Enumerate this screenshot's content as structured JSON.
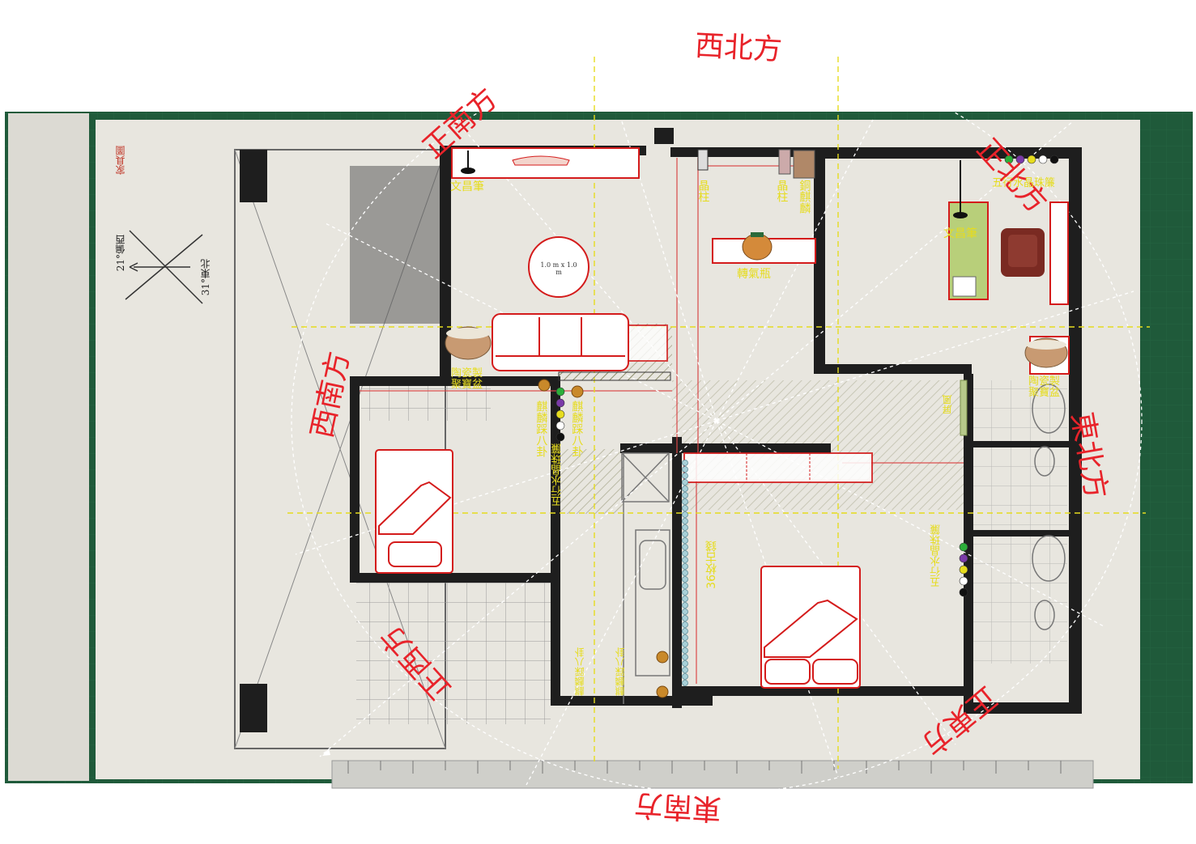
{
  "directions": {
    "north_west": "西北方",
    "due_south": "正南方",
    "due_north": "正北方",
    "south_west": "西南方",
    "north_east": "東北方",
    "due_west": "正西方",
    "due_east": "正東方",
    "south_east": "東南方"
  },
  "items": {
    "wenchang_pen_1": "文昌筆",
    "wenchang_pen_2": "文昌筆",
    "crystal_pillar_1": "晶柱",
    "crystal_pillar_2": "晶柱",
    "bronze_qilin": "銅麒麟",
    "transfer_vase": "轉氣瓶",
    "crystal_bead_curtain_top": "五行水晶珠簾",
    "ceramic_treasure_bowl_left": "陶瓷製聚寶盆",
    "ceramic_treasure_bowl_right": "陶瓷製聚寶盆",
    "qilin_bead_bagua_1": "麒麟踩八卦",
    "qilin_bead_bagua_2": "麒麟踩八卦",
    "crystal_bead_curtain_mid": "五行水晶珠簾",
    "crystal_bead_curtain_right": "五行水晶珠簾",
    "coins_36": "36枚古錢",
    "screen": "屏風",
    "qilin_bagua_bottom_1": "麒麟踩八卦",
    "qilin_bagua_bottom_2": "麒麟踩八卦"
  },
  "table_size": "1.0 m x 1.0 m",
  "sheet_label": "家具圖",
  "compass_note": "21°偏西",
  "compass_note2": "31°東北",
  "colors": {
    "direction_text": "#e8232a",
    "item_label": "#e6dc1e",
    "guide_line": "#e6dc1e",
    "furniture_outline": "#d41b1b",
    "desk_fill": "#b8cf7a",
    "chair_fill": "#7a2a22",
    "wall": "#1e1e1e",
    "mat_green": "#1f5a3a",
    "paper": "#e8e6df"
  },
  "icons": {
    "pen": "wenchang-pen-icon",
    "bowl": "treasure-bowl-icon",
    "vase": "vase-icon",
    "bead": "crystal-bead-icon",
    "qilin": "qilin-icon"
  }
}
